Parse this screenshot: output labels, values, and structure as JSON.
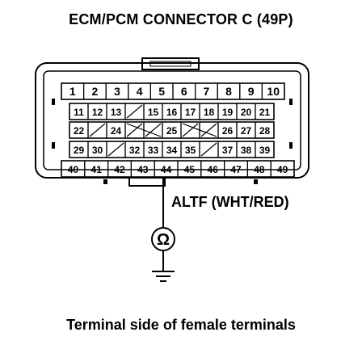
{
  "title": "ECM/PCM CONNECTOR C (49P)",
  "wire_label": "ALTF (WHT/RED)",
  "meter_symbol": "Ω",
  "caption": "Terminal side of female terminals",
  "rows": [
    [
      "1",
      "2",
      "3",
      "4",
      "5",
      "6",
      "7",
      "8",
      "9",
      "10"
    ],
    [
      "11",
      "12",
      "13",
      "",
      "15",
      "16",
      "17",
      "18",
      "19",
      "20",
      "21"
    ],
    [
      "22",
      "",
      "24",
      "",
      "",
      "25",
      "",
      "",
      "26",
      "27",
      "28"
    ],
    [
      "29",
      "30",
      "",
      "32",
      "33",
      "34",
      "35",
      "",
      "37",
      "38",
      "39"
    ],
    [
      "40",
      "41",
      "42",
      "43",
      "44",
      "45",
      "46",
      "47",
      "48",
      "49"
    ]
  ],
  "highlighted_terminal": "44"
}
